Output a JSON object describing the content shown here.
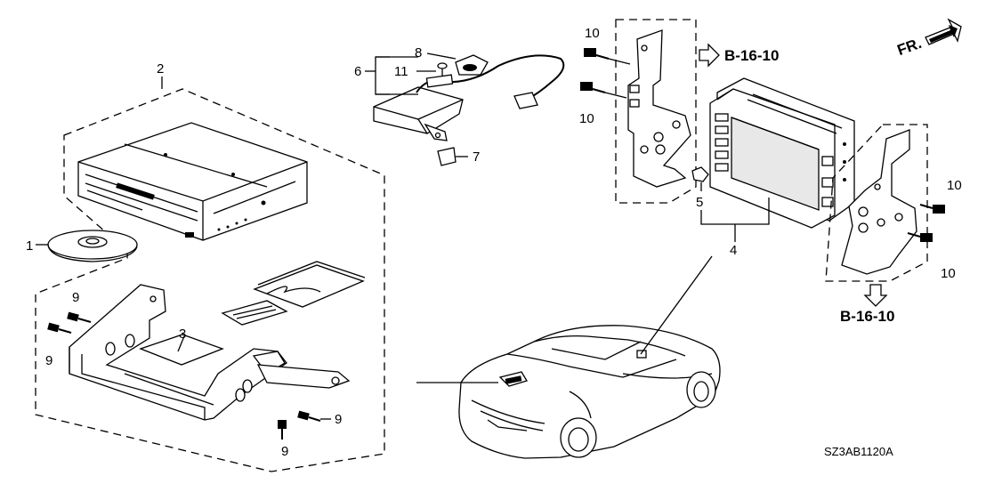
{
  "callouts": {
    "c1": "1",
    "c2": "2",
    "c3": "3",
    "c4": "4",
    "c5": "5",
    "c6": "6",
    "c7": "7",
    "c8": "8",
    "c9a": "9",
    "c9b": "9",
    "c9c": "9",
    "c9d": "9",
    "c10a": "10",
    "c10b": "10",
    "c10c": "10",
    "c10d": "10",
    "c11": "11"
  },
  "references": {
    "ref_top": "B-16-10",
    "ref_bottom": "B-16-10"
  },
  "front_marker": "FR.",
  "diagram_code": "SZ3AB1120A",
  "icons": [
    "front-direction-arrow-icon",
    "reference-arrow-right-icon",
    "reference-arrow-down-icon"
  ]
}
